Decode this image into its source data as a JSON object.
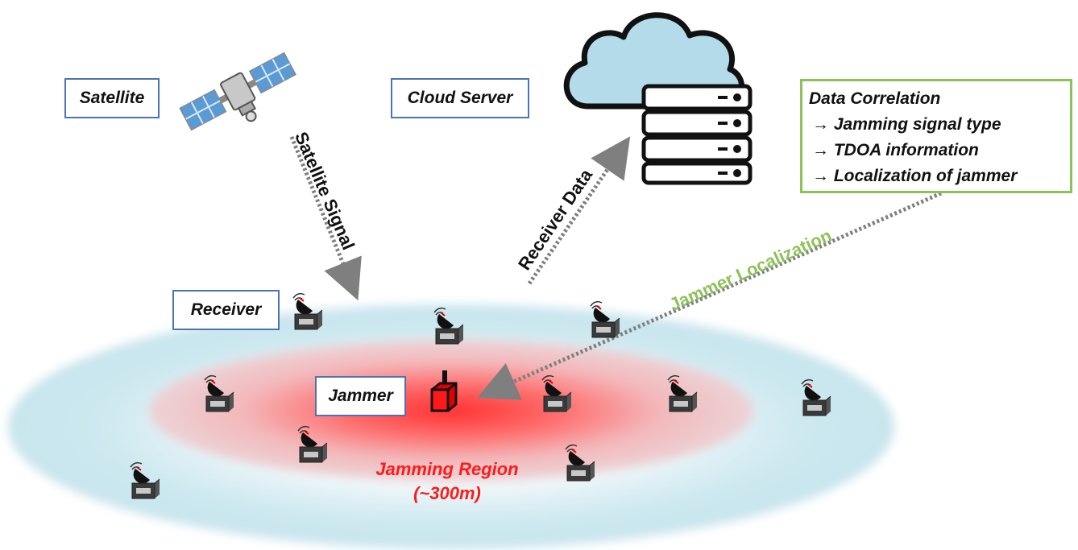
{
  "labels": {
    "satellite": "Satellite",
    "cloud_server": "Cloud Server",
    "receiver": "Receiver",
    "jammer": "Jammer"
  },
  "arrows": {
    "satellite_signal": "Satellite Signal",
    "receiver_data": "Receiver Data",
    "jammer_localization": "Jammer Localization"
  },
  "data_correlation": {
    "title": "Data Correlation",
    "items": [
      "→ Jamming signal type",
      "→ TDOA information",
      "→ Localization of jammer"
    ]
  },
  "jamming_region": {
    "title": "Jamming Region",
    "range": "(~300m)"
  },
  "icons": {
    "satellite": "satellite-icon",
    "cloud": "cloud-icon",
    "server": "server-rack-icon",
    "receiver": "receiver-dish-icon",
    "jammer": "jammer-icon"
  },
  "colors": {
    "box_border": "#4a74b5",
    "correlation_border": "#8dc15a",
    "localization_text": "#8dc15a",
    "jamming_text": "#ff1a1a",
    "outer_region": "#b9dfe9",
    "inner_region": "#ff3b3b",
    "arrow": "#7f7f7f"
  }
}
